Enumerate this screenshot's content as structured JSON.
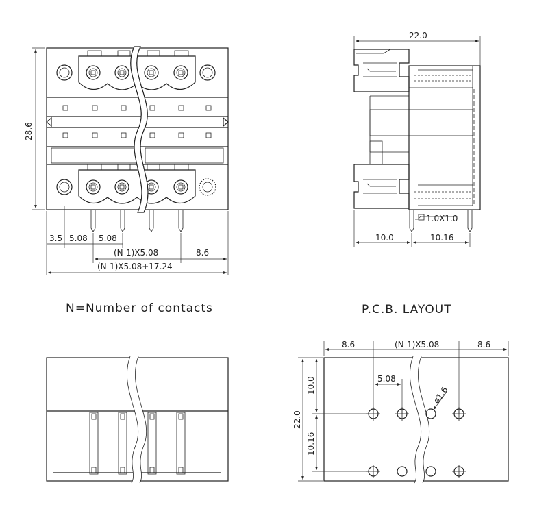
{
  "drawing": {
    "caption_contacts": "N=Number of contacts",
    "caption_layout": "P.C.B. LAYOUT",
    "front_view": {
      "height_label": "28.6",
      "dim_edge": "3.5",
      "dim_pitch_1": "5.08",
      "dim_pitch_2": "5.08",
      "dim_pitch_n": "(N-1)X5.08",
      "dim_right": "8.6",
      "dim_total": "(N-1)X5.08+17.24"
    },
    "side_view": {
      "width_label": "22.0",
      "pin_size_label": "1.0X1.0",
      "dim_left": "10.0",
      "dim_right": "10.16"
    },
    "pcb_layout": {
      "dim_left": "8.6",
      "dim_middle": "(N-1)X5.08",
      "dim_right": "8.6",
      "dim_pitch": "5.08",
      "dim_hole": "ø1.6",
      "dim_height": "22.0",
      "dim_upper": "10.0",
      "dim_lower": "10.16"
    }
  }
}
